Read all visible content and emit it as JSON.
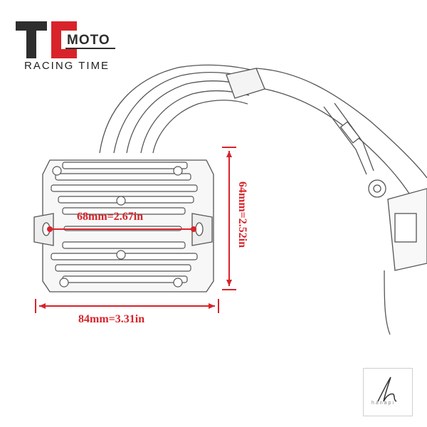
{
  "brand": {
    "logo_letters": "TC MOTO",
    "tagline": "RACING TIME",
    "colors": {
      "dark": "#2a2a2a",
      "red": "#d8232a"
    }
  },
  "dimensions": {
    "width_label": "84mm=3.31in",
    "hole_span_label": "68mm=2.67in",
    "height_label": "64mm=2.52in"
  },
  "watermark": {
    "text": "hanapi"
  },
  "colors": {
    "dimension": "#d8232a",
    "sketch": "#444444"
  }
}
